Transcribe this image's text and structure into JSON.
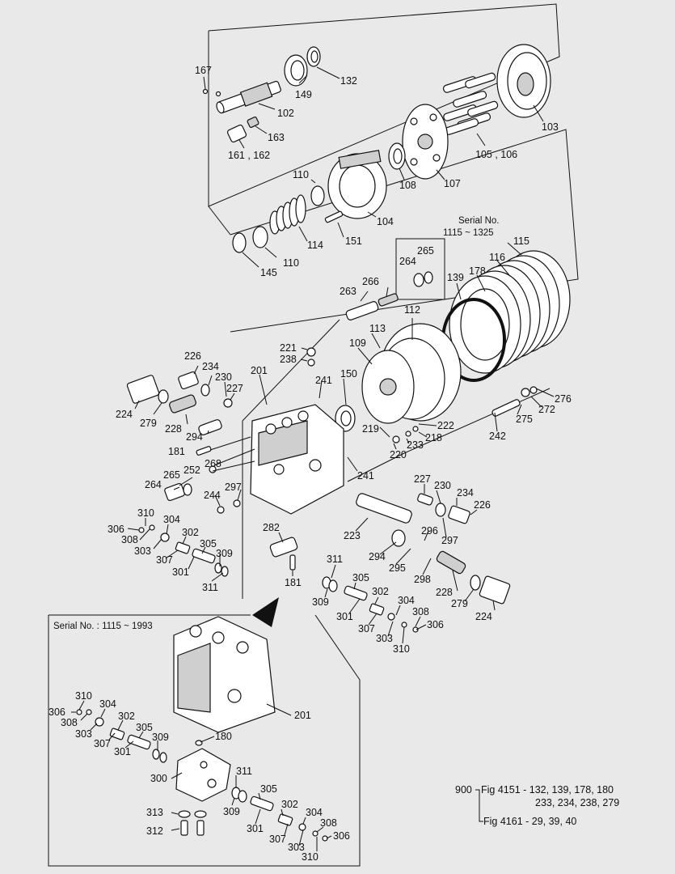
{
  "labels": {
    "l167": "167",
    "l132": "132",
    "l149": "149",
    "l102": "102",
    "l163": "163",
    "l161_162": "161 , 162",
    "l103": "103",
    "l105_106": "105 , 106",
    "l107": "107",
    "l108": "108",
    "l110a": "110",
    "l104": "104",
    "l151": "151",
    "l114": "114",
    "l110b": "110",
    "l145": "145",
    "serial1": "Serial No.",
    "serial2": "1115 ~ 1325",
    "l115": "115",
    "l116": "116",
    "l178": "178",
    "l139": "139",
    "l265a": "265",
    "l264a": "264",
    "l266": "266",
    "l263": "263",
    "l112": "112",
    "l113": "113",
    "l109": "109",
    "l221": "221",
    "l238": "238",
    "l226a": "226",
    "l234a": "234",
    "l230a": "230",
    "l227a": "227",
    "l201a": "201",
    "l241a": "241",
    "l150": "150",
    "l224a": "224",
    "l279a": "279",
    "l228a": "228",
    "l294a": "294",
    "l181a": "181",
    "l265b": "265",
    "l252": "252",
    "l268": "268",
    "l264b": "264",
    "l244": "244",
    "l297a": "297",
    "l219": "219",
    "l222": "222",
    "l218": "218",
    "l233": "233",
    "l220": "220",
    "l276": "276",
    "l272": "272",
    "l275": "275",
    "l242": "242",
    "l241b": "241",
    "l227b": "227",
    "l230b": "230",
    "l234b": "234",
    "l226b": "226",
    "l310a": "310",
    "l306a": "306",
    "l304a": "304",
    "l308a": "308",
    "l302a": "302",
    "l303a": "303",
    "l307a": "307",
    "l305a": "305",
    "l309a": "309",
    "l301a": "301",
    "l311a": "311",
    "l282": "282",
    "l223": "223",
    "l296": "296",
    "l297b": "297",
    "l294b": "294",
    "l295": "295",
    "l298": "298",
    "l228b": "228",
    "l279b": "279",
    "l224b": "224",
    "l181b": "181",
    "l311b": "311",
    "l305b": "305",
    "l309b": "309",
    "l302b": "302",
    "l304b": "304",
    "l301b": "301",
    "l308b": "308",
    "l306b": "306",
    "l307b": "307",
    "l303b": "303",
    "l310b": "310",
    "inset_serial": "Serial No. : 1115 ~ 1993",
    "l201b": "201",
    "l310c": "310",
    "l306c": "306",
    "l304c": "304",
    "l308c": "308",
    "l302c": "302",
    "l305c": "305",
    "l303c": "303",
    "l309c": "309",
    "l307c": "307",
    "l180": "180",
    "l301c": "301",
    "l300": "300",
    "l311c": "311",
    "l305d": "305",
    "l302d": "302",
    "l309d": "309",
    "l304d": "304",
    "l313": "313",
    "l308d": "308",
    "l301d": "301",
    "l306d": "306",
    "l312": "312",
    "l307d": "307",
    "l303d": "303",
    "l310d": "310",
    "ref_900": "900",
    "ref_line1": "Fig 4151 - 132, 139, 178, 180",
    "ref_line2": "233, 234, 238, 279",
    "ref_line3": "Fig 4161 - 29, 39, 40"
  }
}
